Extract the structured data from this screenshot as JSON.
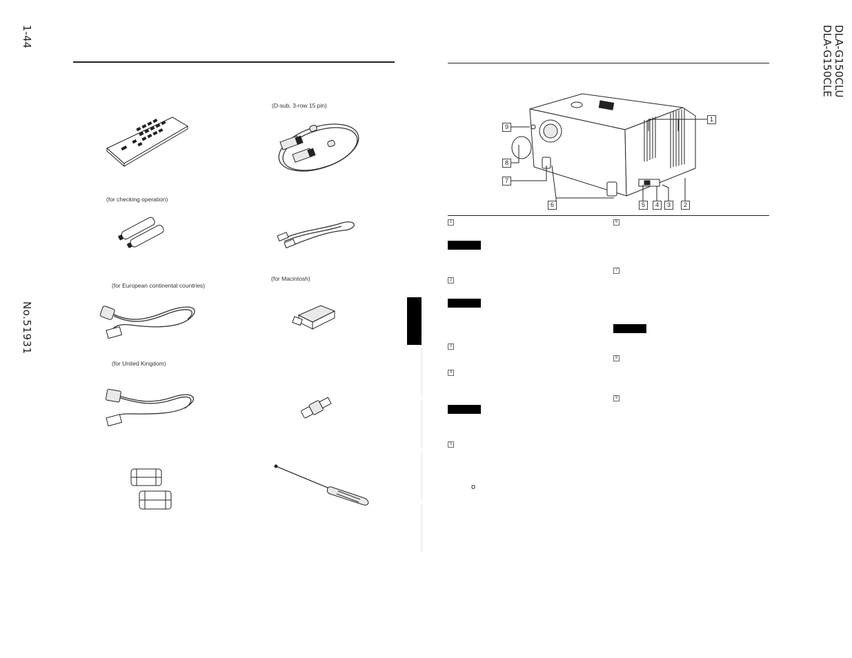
{
  "page": {
    "page_number": "1-44",
    "document_number": "No.51931",
    "model_lines": [
      "DLA-G150CLU",
      "DLA-G150CLE"
    ]
  },
  "accessories": {
    "rgb_cable_caption": "(D-sub, 3-row 15 pin)",
    "batteries_caption": "(for checking operation)",
    "power_cord_eu_caption": "(for European continental countries)",
    "mac_adapter_caption": "(for Macintosh)",
    "power_cord_uk_caption": "(for United Kingdom)"
  },
  "callouts": [
    "1",
    "2",
    "3",
    "4",
    "5",
    "6",
    "7",
    "8",
    "9"
  ],
  "sections": {
    "left_markers": [
      "1",
      "2",
      "3",
      "4",
      "5"
    ],
    "right_markers": [
      "6",
      "7",
      "8",
      "9"
    ],
    "bullet": "o"
  }
}
